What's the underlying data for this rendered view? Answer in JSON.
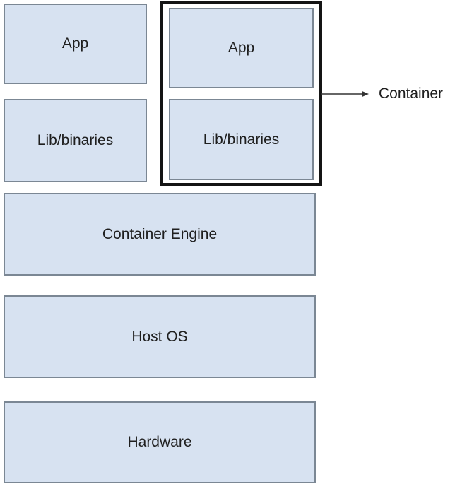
{
  "boxes": {
    "left_app": "App",
    "left_lib": "Lib/binaries",
    "container_app": "App",
    "container_lib": "Lib/binaries",
    "engine": "Container Engine",
    "host_os": "Host OS",
    "hardware": "Hardware"
  },
  "annotation": {
    "container_label": "Container"
  },
  "colors": {
    "background": "#ffffff",
    "box_fill": "#d7e2f1",
    "box_border": "#7b8794",
    "container_border": "#141414",
    "arrow": "#333333",
    "text": "#1f1f1f"
  }
}
